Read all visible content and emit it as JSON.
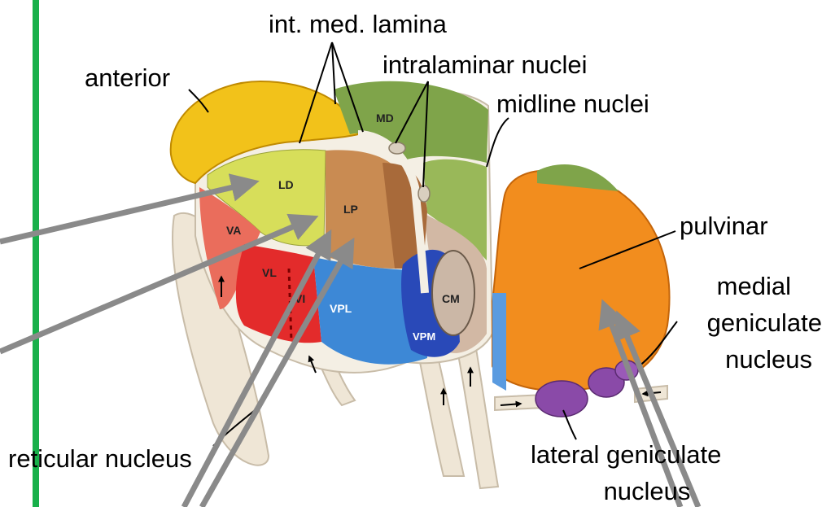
{
  "labels": {
    "int_med_lamina": "int. med. lamina",
    "intralaminar_nuclei": "intralaminar nuclei",
    "anterior": "anterior",
    "midline_nuclei": "midline nuclei",
    "pulvinar": "pulvinar",
    "medial_geniculate_1": "medial",
    "medial_geniculate_2": "geniculate",
    "medial_geniculate_3": "nucleus",
    "reticular_nucleus": "reticular nucleus",
    "lateral_geniculate_1": "lateral geniculate",
    "lateral_geniculate_2": "nucleus"
  },
  "nucleus_labels": {
    "md": "MD",
    "ld": "LD",
    "lp": "LP",
    "va": "VA",
    "vl": "VL",
    "vi": "VI",
    "vpl": "VPL",
    "vpm": "VPM",
    "cm": "CM"
  },
  "colors": {
    "accent_bar": "#18b04a",
    "pointer_arrows": "#8a8a8a",
    "anterior": "#f2c21a",
    "ld": "#d7de5a",
    "lp": "#c98b52",
    "md": "#7fa44a",
    "va": "#ea6d5c",
    "vl": "#e32b2b",
    "vpl": "#3d88d6",
    "vpm": "#2949b8",
    "pulvinar": "#f28d1e",
    "lgn": "#8a4aa8"
  }
}
